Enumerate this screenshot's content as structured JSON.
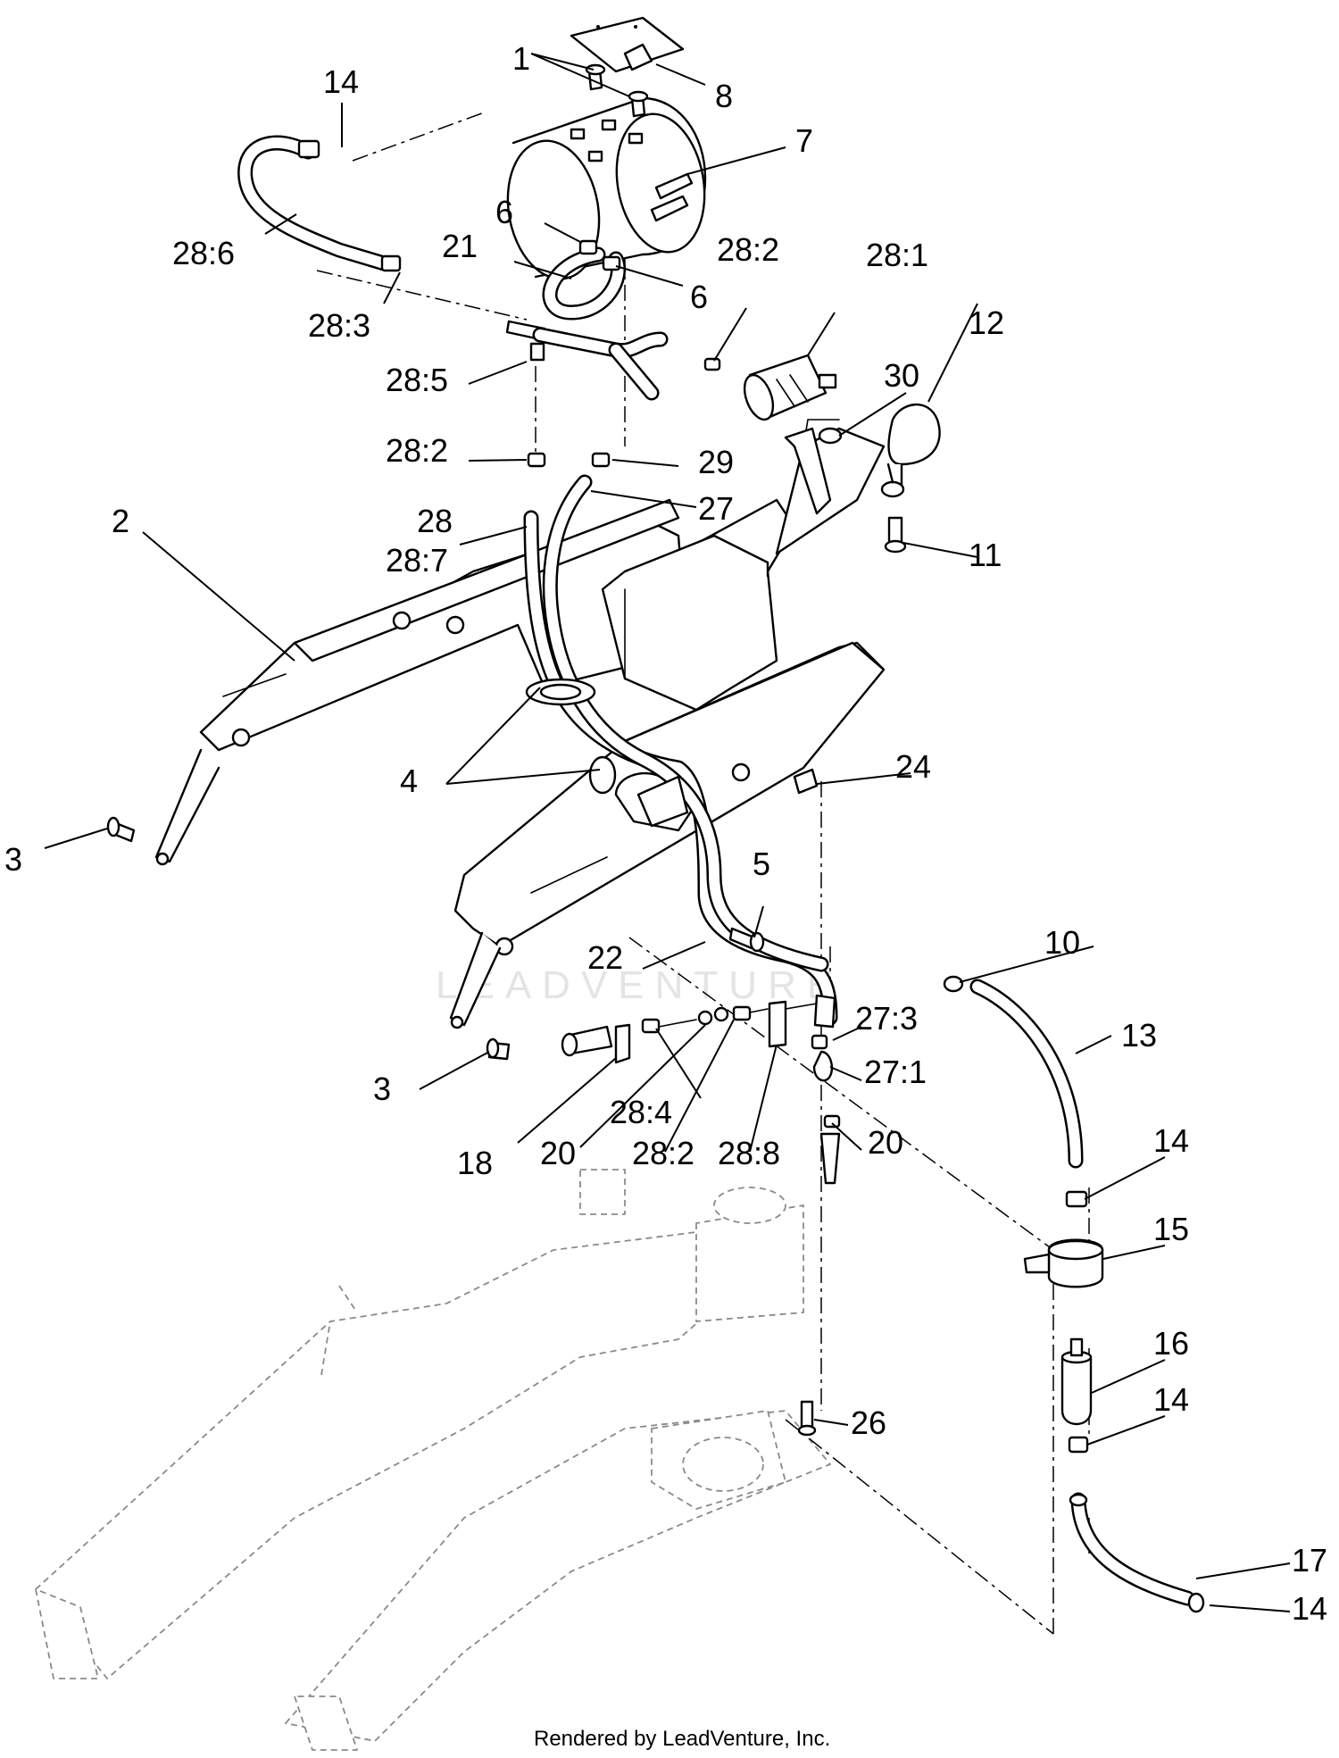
{
  "watermark": "LEADVENTURE",
  "footer": "Rendered by LeadVenture, Inc.",
  "callouts": [
    "1",
    "8",
    "14",
    "7",
    "6",
    "21",
    "6",
    "28:6",
    "28:3",
    "28:2",
    "28:1",
    "12",
    "28:5",
    "30",
    "28:2",
    "29",
    "27",
    "28",
    "28:7",
    "11",
    "2",
    "24",
    "4",
    "3",
    "5",
    "22",
    "10",
    "27:3",
    "13",
    "3",
    "27:1",
    "20",
    "28:4",
    "18",
    "28:2",
    "28:8",
    "20",
    "14",
    "15",
    "16",
    "14",
    "26",
    "17",
    "14"
  ]
}
